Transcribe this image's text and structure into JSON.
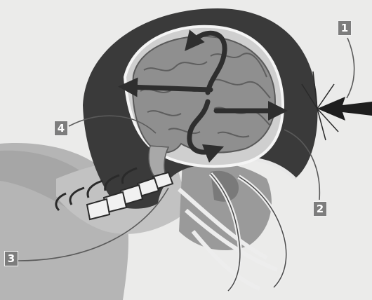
{
  "labels": {
    "one": "1",
    "two": "2",
    "three": "3",
    "four": "4"
  },
  "colors": {
    "background": "#ebebea",
    "helmet": "#3a3a3a",
    "brain": "#8f8f8f",
    "skin": "#b9b9b9",
    "badge": "#7d7d7d",
    "arrow": "#2e2e2e",
    "impact_arrow": "#1e1e1e"
  },
  "icons": {
    "impact": "impact-arrow-icon",
    "skull": "skull-outline-icon",
    "brain": "brain-icon",
    "spine": "spine-vertebrae-icon",
    "facemask": "helmet-facemask-icon"
  }
}
